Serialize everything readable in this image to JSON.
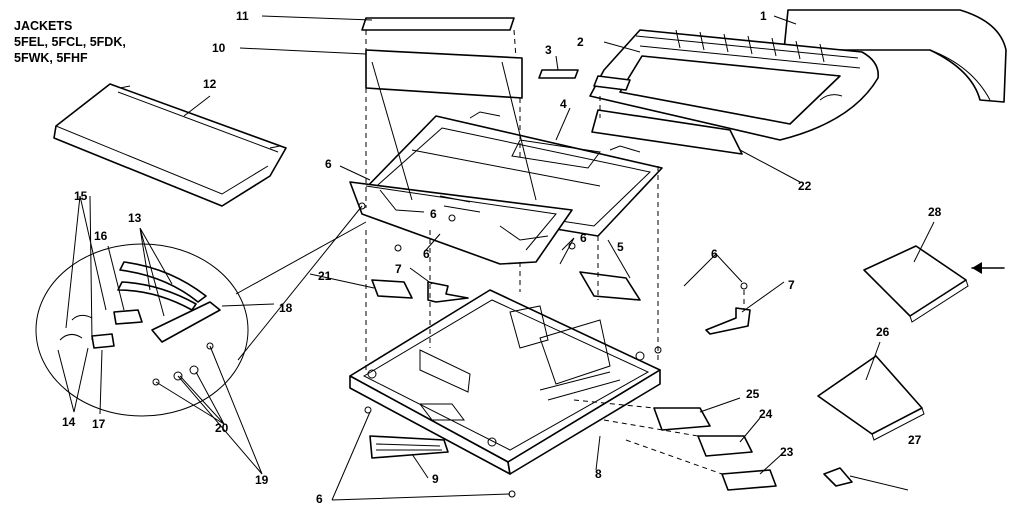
{
  "title_lines": [
    "JACKETS",
    "5FEL, 5FCL, 5FDK,",
    "5FWK, 5FHF"
  ],
  "callouts": {
    "n1": "1",
    "n2": "2",
    "n3": "3",
    "n4": "4",
    "n5": "5",
    "n6a": "6",
    "n6b": "6",
    "n6c": "6",
    "n6d": "6",
    "n6e": "6",
    "n6f": "6",
    "n7a": "7",
    "n7b": "7",
    "n8": "8",
    "n9": "9",
    "n10": "10",
    "n11": "11",
    "n12": "12",
    "n13": "13",
    "n14": "14",
    "n15": "15",
    "n16": "16",
    "n17": "17",
    "n18": "18",
    "n19": "19",
    "n20": "20",
    "n21": "21",
    "n22": "22",
    "n23": "23",
    "n24": "24",
    "n25": "25",
    "n26": "26",
    "n27": "27",
    "n28": "28"
  }
}
